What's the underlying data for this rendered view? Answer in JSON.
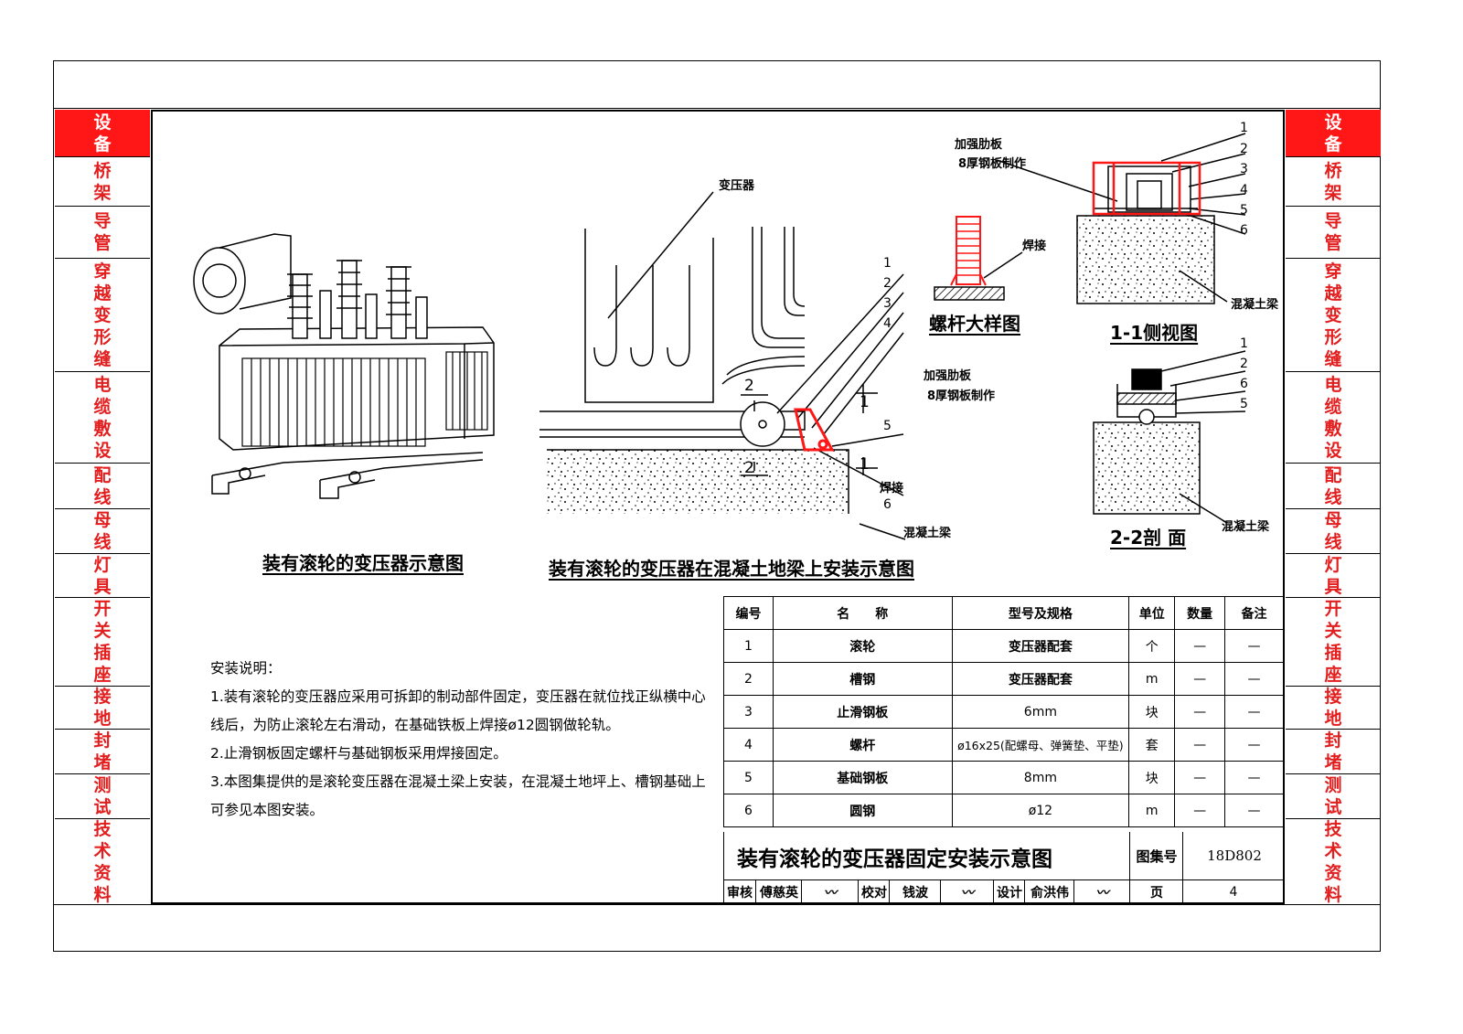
{
  "sidebar": {
    "items": [
      {
        "label": "设备"
      },
      {
        "label": "桥架"
      },
      {
        "label": "导管"
      },
      {
        "label": "穿越变形缝"
      },
      {
        "label": "电缆敷设"
      },
      {
        "label": "配线"
      },
      {
        "label": "母线"
      },
      {
        "label": "灯具"
      },
      {
        "label": "开关插座"
      },
      {
        "label": "接地"
      },
      {
        "label": "封堵"
      },
      {
        "label": "测试"
      },
      {
        "label": "技术资料"
      }
    ]
  },
  "figures": {
    "fig1_caption": "装有滚轮的变压器示意图",
    "fig2_caption": "装有滚轮的变压器在混凝土地梁上安装示意图",
    "bolt_caption": "螺杆大样图",
    "side_caption": "1-1侧视图",
    "section_caption": "2-2剖 面"
  },
  "labels": {
    "transformer": "变压器",
    "rib_plate": "加强肋板",
    "rib_plate_spec": "8厚钢板制作",
    "weld": "焊接",
    "concrete": "混凝土梁",
    "n1": "1",
    "n2": "2",
    "n3": "3",
    "n4": "4",
    "n5": "5",
    "n6": "6"
  },
  "notes": {
    "title": "安装说明：",
    "line1": "1.装有滚轮的变压器应采用可拆卸的制动部件固定，变压器在就位找正纵横中心",
    "line2": "线后，为防止滚轮左右滑动，在基础铁板上焊接ø12圆钢做轮轨。",
    "line3": "2.止滑钢板固定螺杆与基础钢板采用焊接固定。",
    "line4": "3.本图集提供的是滚轮变压器在混凝土梁上安装，在混凝土地坪上、槽钢基础上",
    "line5": "可参见本图安装。"
  },
  "parts_table": {
    "headers": [
      "编号",
      "名　　称",
      "型号及规格",
      "单位",
      "数量",
      "备注"
    ],
    "rows": [
      [
        "1",
        "滚轮",
        "变压器配套",
        "个",
        "—",
        "—"
      ],
      [
        "2",
        "槽钢",
        "变压器配套",
        "m",
        "—",
        "—"
      ],
      [
        "3",
        "止滑钢板",
        "6mm",
        "块",
        "—",
        "—"
      ],
      [
        "4",
        "螺杆",
        "ø16x25(配螺母、弹簧垫、平垫)",
        "套",
        "—",
        "—"
      ],
      [
        "5",
        "基础钢板",
        "8mm",
        "块",
        "—",
        "—"
      ],
      [
        "6",
        "圆钢",
        "ø12",
        "m",
        "—",
        "—"
      ]
    ]
  },
  "title_block": {
    "title": "装有滚轮的变压器固定安装示意图",
    "atlas_label": "图集号",
    "atlas_no": "18D802",
    "review_label": "审核",
    "reviewer": "傅慈英",
    "check_label": "校对",
    "checker": "钱波",
    "design_label": "设计",
    "designer": "俞洪伟",
    "page_label": "页",
    "page_no": "4"
  },
  "colors": {
    "accent": "#ff1616",
    "tab_text": "#e21e1e"
  }
}
